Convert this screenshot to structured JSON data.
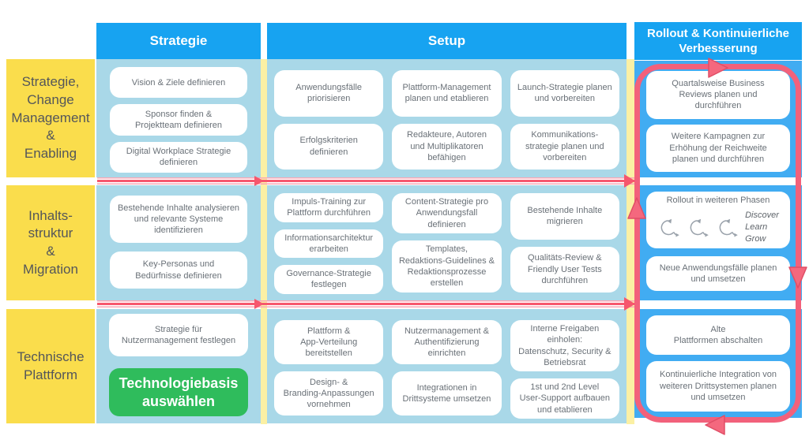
{
  "palette": {
    "header_blue": "#17a3f1",
    "cell_blue": "#a9d8e8",
    "rollout_blue": "#41acf2",
    "label_yellow": "#fadd4c",
    "strip_yellow": "#fbf0a4",
    "loop_pink": "#f2617b",
    "loop_pink_dark": "#e04e66",
    "arrow_pink": "#f6576d",
    "arrow_pink_light": "#f9a6b4",
    "green": "#2fbc5c",
    "card_text": "#697077",
    "label_text": "#54565a",
    "caption_gray": "#5f656b",
    "icon_gray": "#9aa2ab"
  },
  "headers": {
    "strategie": "Strategie",
    "setup": "Setup",
    "rollout": "Rollout & Kontinuierliche\nVerbesserung"
  },
  "row_labels": {
    "r1": "Strategie,\nChange\nManagement\n&\nEnabling",
    "r2": "Inhalts-\nstruktur\n&\nMigration",
    "r3": "Technische\nPlattform"
  },
  "strategie": {
    "r1": [
      "Vision & Ziele definieren",
      "Sponsor finden &\nProjektteam definieren",
      "Digital Workplace Strategie\ndefinieren"
    ],
    "r2": [
      "Bestehende Inhalte analysieren\nund relevante Systeme\nidentifizieren",
      "Key-Personas und\nBedürfnisse definieren"
    ],
    "r3": [
      "Strategie für\nNutzermanagement festlegen",
      "Technologiebasis\nauswählen"
    ]
  },
  "setup": {
    "r1": [
      [
        "Anwendungsfälle\npriorisieren",
        "Erfolgskriterien\ndefinieren"
      ],
      [
        "Plattform-Management\nplanen und etablieren",
        "Redakteure, Autoren\nund Multiplikatoren\nbefähigen"
      ],
      [
        "Launch-Strategie planen\nund vorbereiten",
        "Kommunikations-\nstrategie planen und\nvorbereiten"
      ]
    ],
    "r2": [
      [
        "Impuls-Training zur\nPlattform durchführen",
        "Informationsarchitektur\nerarbeiten",
        "Governance-Strategie\nfestlegen"
      ],
      [
        "Content-Strategie pro\nAnwendungsfall\ndefinieren",
        "Templates,\nRedaktions-Guidelines &\nRedaktionsprozesse\nerstellen"
      ],
      [
        "Bestehende Inhalte\nmigrieren",
        "Qualitäts-Review &\nFriendly User Tests\ndurchführen"
      ]
    ],
    "r3": [
      [
        "Plattform &\nApp-Verteilung\nbereitstellen",
        "Design- &\nBranding-Anpassungen\nvornehmen"
      ],
      [
        "Nutzermanagement &\nAuthentifizierung\neinrichten",
        "Integrationen in\nDrittsysteme umsetzen"
      ],
      [
        "Interne Freigaben\neinholen:\nDatenschutz, Security &\nBetriebsrat",
        "1st und 2nd Level\nUser-Support aufbauen\nund etablieren"
      ]
    ]
  },
  "rollout": {
    "r1": [
      "Quartalsweise Business\nReviews planen und\ndurchführen",
      "Weitere Kampagnen zur\nErhöhung der Reichweite\nplanen und durchführen"
    ],
    "r2": {
      "title": "Rollout in weiteren Phasen",
      "caption": "Discover\nLearn\nGrow",
      "card": "Neue Anwendungsfälle planen\nund umsetzen"
    },
    "r3": [
      "Alte\nPlattformen abschalten",
      "Kontinuierliche Integration von\nweiteren Drittsystemen planen\nund umsetzen"
    ]
  },
  "icons": {
    "cycle": "iteration-cycle-icon"
  }
}
